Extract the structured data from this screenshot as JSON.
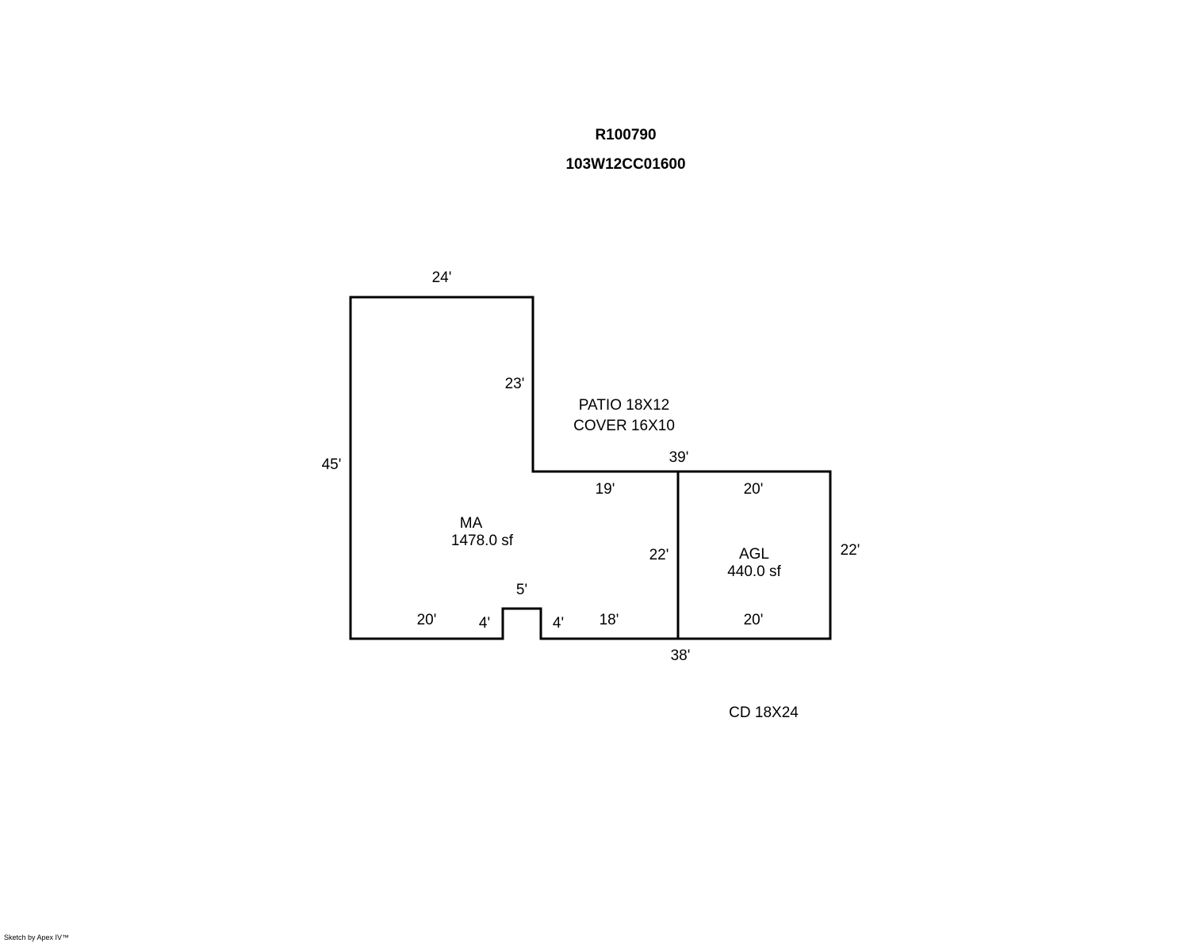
{
  "header": {
    "parcel_id": "R100790",
    "map_tax_lot": "103W12CC01600"
  },
  "areas": {
    "main": {
      "code": "MA",
      "area": "1478.0 sf"
    },
    "garage": {
      "code": "AGL",
      "area": "440.0 sf"
    }
  },
  "notes": {
    "patio": "PATIO 18X12",
    "cover": "COVER 16X10",
    "deck": "CD 18X24"
  },
  "dimensions": {
    "ma_top": "24'",
    "ma_inner_vertical": "23'",
    "ma_left": "45'",
    "overall_top": "39'",
    "ma_step_top": "19'",
    "agl_top": "20'",
    "agl_right": "22'",
    "shared_wall": "22'",
    "ma_bottom_left": "20'",
    "notch_left": "4'",
    "notch_top": "5'",
    "notch_right": "4'",
    "ma_bottom_right": "18'",
    "agl_bottom": "20'",
    "overall_bottom": "38'"
  },
  "footer": {
    "credit": "Sketch by Apex IV™"
  },
  "colors": {
    "line": "#000000",
    "background": "#ffffff"
  }
}
